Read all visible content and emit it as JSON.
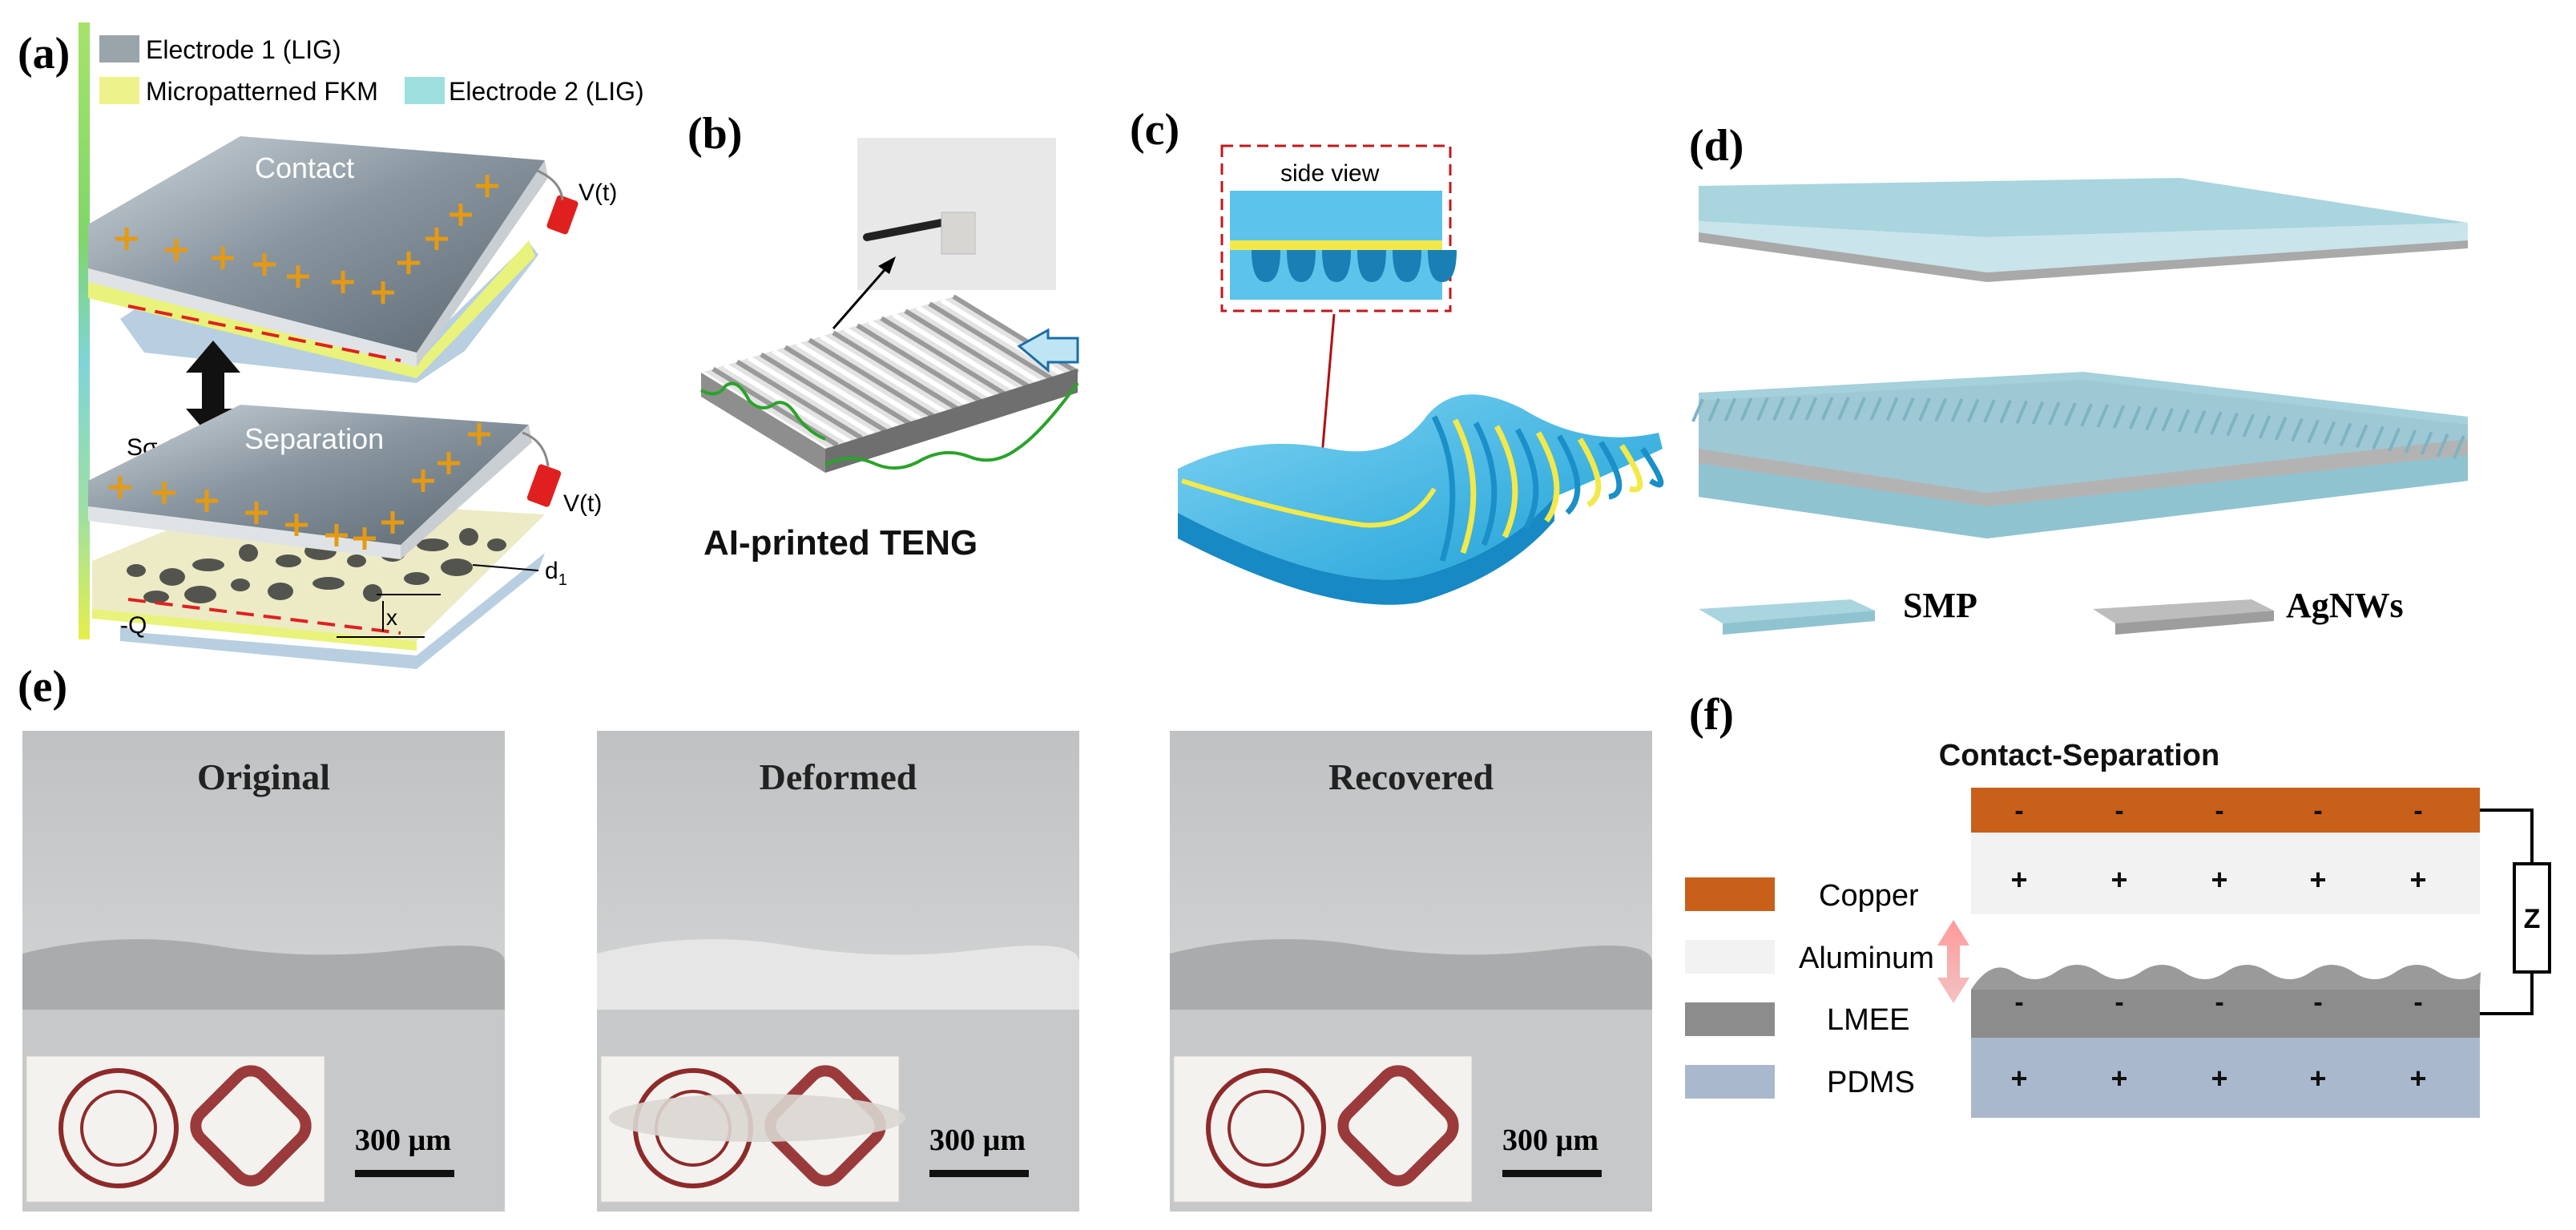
{
  "panels": {
    "a": {
      "label": "(a)",
      "legend": [
        "Electrode 1 (LIG)",
        "Micropatterned FKM",
        "Electrode 2 (LIG)"
      ],
      "contact": "Contact",
      "separation": "Separation",
      "voltage": "V(t)",
      "s_sigma_q": "Sσ-Q",
      "neg_q": "-Q",
      "d1": "d",
      "d1_sub": "1",
      "x": "x"
    },
    "b": {
      "label": "(b)",
      "caption": "AI-printed TENG"
    },
    "c": {
      "label": "(c)",
      "inset": "side view"
    },
    "d": {
      "label": "(d)",
      "legend": [
        "SMP",
        "AgNWs"
      ]
    },
    "e": {
      "label": "(e)",
      "images": [
        {
          "title": "Original",
          "scale": "300 µm"
        },
        {
          "title": "Deformed",
          "scale": "300 µm"
        },
        {
          "title": "Recovered",
          "scale": "300 µm"
        }
      ]
    },
    "f": {
      "label": "(f)",
      "title": "Contact-Separation",
      "legend": [
        "Copper",
        "Aluminum",
        "LMEE",
        "PDMS"
      ],
      "load": "Z",
      "minus": "-",
      "plus": "+"
    }
  },
  "colors": {
    "copper": "#c8601a",
    "aluminum": "#f2f2f2",
    "lmee": "#8c8c8c",
    "pdms": "#a9b8cc",
    "smp": "#9fcfdc",
    "agnws": "#b3b3b3",
    "fkm": "#eef28a",
    "lig": "#9aa5ab",
    "teal": "#9ee0e0"
  }
}
